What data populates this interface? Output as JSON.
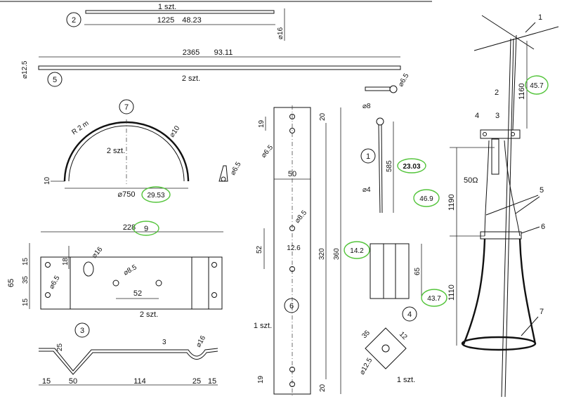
{
  "part2": {
    "num": "2",
    "qty": "1 szt.",
    "length": "1225",
    "alt": "48.23",
    "dia": "⌀16"
  },
  "part5": {
    "num": "5",
    "qty": "2 szt.",
    "length": "2365",
    "alt": "93.11",
    "dia_l": "⌀12.5",
    "dia_r": "⌀6.5"
  },
  "part7": {
    "num": "7",
    "r": "R 2 m",
    "dia_t": "⌀10",
    "qty": "2 szt.",
    "h": "10",
    "dia": "⌀750",
    "alt": "29.53",
    "tip_dia": "⌀6.5"
  },
  "bracket": {
    "width": "228",
    "alt": "9",
    "h_total": "65",
    "h_top": "15",
    "h_mid": "35",
    "h_bot": "15",
    "d18": "18",
    "d16": "⌀16",
    "d85": "⌀8.5",
    "d65": "⌀6.5",
    "spacing": "52",
    "qty": "2 szt."
  },
  "part3": {
    "num": "3",
    "d25": "25",
    "d3": "3",
    "d16": "⌀16",
    "w15a": "15",
    "w50": "50",
    "w114": "114",
    "w25": "25",
    "w15b": "15"
  },
  "plate6": {
    "num": "6",
    "d19a": "19",
    "d65": "⌀6.5",
    "d20a": "20",
    "w50": "50",
    "d85": "⌀8.5",
    "d52": "52",
    "d126": "12.6",
    "h320": "320",
    "h360": "360",
    "qty": "1 szt.",
    "d19b": "19",
    "d20b": "20"
  },
  "part1": {
    "num": "1",
    "d8": "⌀8",
    "d4": "⌀4",
    "len": "585",
    "alt": "23.03"
  },
  "note469": "46.9",
  "note142": "14.2",
  "part4": {
    "num": "4",
    "h65": "65",
    "alt": "43.7",
    "d35": "35",
    "d12": "12",
    "d125": "⌀12.5",
    "qty": "1 szt."
  },
  "antenna": {
    "n1": "1",
    "n2": "2",
    "n3": "3",
    "n4": "4",
    "n5": "5",
    "n6": "6",
    "n7": "7",
    "h1160": "1160",
    "alt1160": "45.7",
    "imp": "50Ω",
    "h1190": "1190",
    "h1110": "1110"
  },
  "colors": {
    "line": "#111111",
    "highlight": "#53c43a",
    "paper": "#ffffff"
  }
}
